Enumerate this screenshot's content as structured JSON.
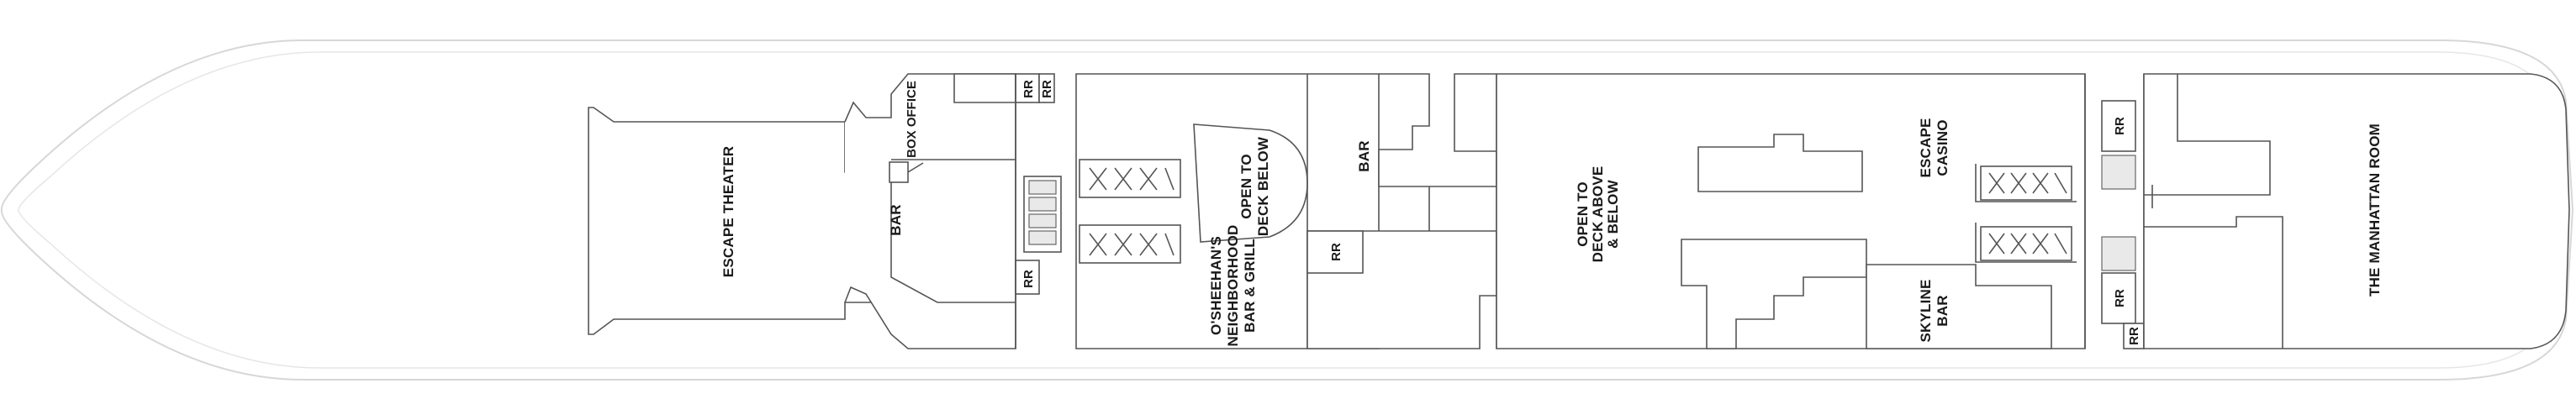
{
  "deck_plan": {
    "venues": {
      "escape_theater": "ESCAPE THEATER",
      "box_office": "BOX OFFICE",
      "bar_aft": "BAR",
      "osheehans_line1": "O'SHEEHAN'S",
      "osheehans_line2": "NEIGHBORHOOD",
      "osheehans_line3": "BAR & GRILL",
      "open_deck_below_line1": "OPEN TO",
      "open_deck_below_line2": "DECK BELOW",
      "bar_mid": "BAR",
      "open_above_below_line1": "OPEN TO",
      "open_above_below_line2": "DECK ABOVE",
      "open_above_below_line3": "& BELOW",
      "escape_casino_line1": "ESCAPE",
      "escape_casino_line2": "CASINO",
      "skyline_bar_line1": "SKYLINE",
      "skyline_bar_line2": "BAR",
      "manhattan_room": "THE MANHATTAN ROOM"
    },
    "restrooms": {
      "rr_1": "RR",
      "rr_2": "RR",
      "rr_3": "RR",
      "rr_4": "RR",
      "rr_5": "RR",
      "rr_6": "RR",
      "rr_7": "RR"
    }
  }
}
